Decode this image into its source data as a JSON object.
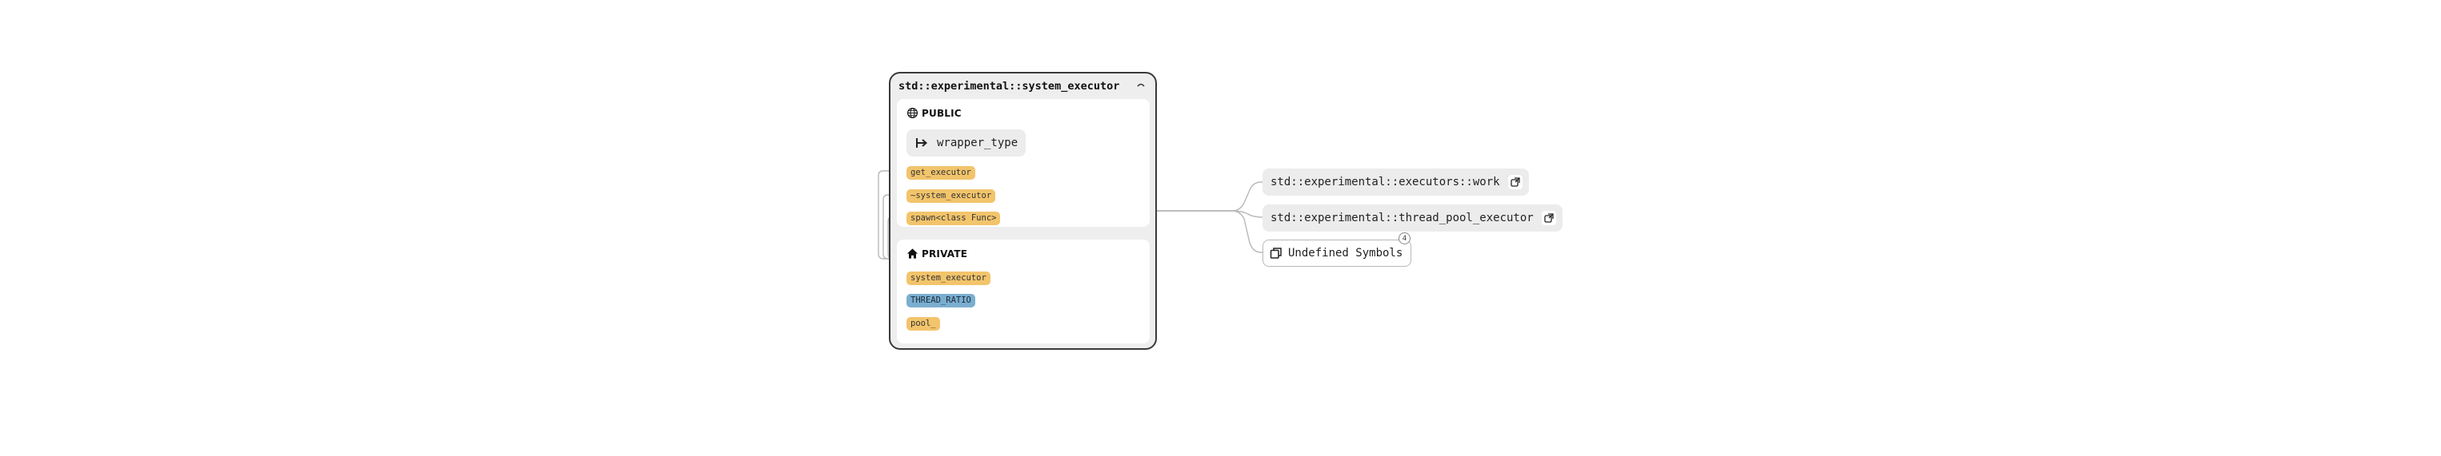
{
  "class_node": {
    "title": "std::experimental::system_executor",
    "collapse_icon": "chevron-up-icon",
    "public": {
      "label": "PUBLIC",
      "icon": "globe-icon",
      "typedef": {
        "name": "wrapper_type",
        "icon": "type-alias-arrow-icon"
      },
      "members": [
        {
          "name": "get_executor",
          "kind": "method"
        },
        {
          "name": "~system_executor",
          "kind": "method"
        },
        {
          "name": "spawn<class Func>",
          "kind": "method"
        }
      ]
    },
    "private": {
      "label": "PRIVATE",
      "icon": "house-icon",
      "members": [
        {
          "name": "system_executor",
          "kind": "method"
        },
        {
          "name": "THREAD_RATIO",
          "kind": "constant"
        },
        {
          "name": "pool_",
          "kind": "field"
        }
      ]
    }
  },
  "references": [
    {
      "name": "std::experimental::executors::work",
      "icon": "open-link-icon"
    },
    {
      "name": "std::experimental::thread_pool_executor",
      "icon": "open-link-icon"
    }
  ],
  "undefined_symbols": {
    "label": "Undefined Symbols",
    "icon": "copy-stack-icon",
    "count": "4"
  },
  "colors": {
    "member_method": "#f2c46b",
    "member_constant": "#7aaed0",
    "node_border": "#3a3a3a",
    "edge": "#b5b5b5"
  }
}
